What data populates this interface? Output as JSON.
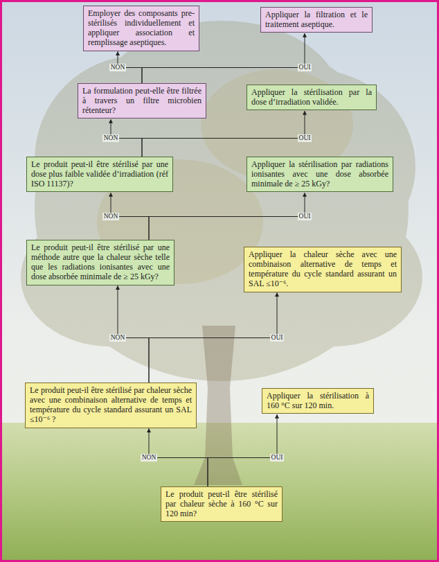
{
  "diagram": {
    "nodes": [
      {
        "text": [
          "Employer des composants pre-stérilisés individuellement et appliquer association et remplissage aseptiques."
        ]
      },
      {
        "text": [
          "Appliquer la filtration et le traitement aseptique."
        ]
      },
      {
        "text": [
          "La formulation peut-elle être filtrée à travers un filtre microbien rétenteur?"
        ]
      },
      {
        "text": [
          "Appliquer la stérilisation par la dose d’irradiation validée."
        ]
      },
      {
        "text": [
          "Le produit peut-il être stérilisé par une dose plus faible validée d’irradiation (réf ISO 11137)?"
        ]
      },
      {
        "text": [
          "Appliquer la stérilisation par radiations ionisantes avec une dose absorbée minimale de ≥ 25 kGy?"
        ]
      },
      {
        "text": [
          "Le produit peut-il être stérilisé par une méthode autre que la chaleur sèche telle que les radiations ionisantes avec une dose absorbée minimale de ≥ 25 kGy?"
        ]
      },
      {
        "text": [
          "Appliquer la chaleur sèche avec une combinaison alternative de temps et température du cycle standard assurant un SAL ≤10⁻⁶."
        ]
      },
      {
        "text": [
          "Le produit peut-il être stérilisé par chaleur sèche avec une combinaison alternative de temps et température du cycle standard assurant un SAL ≤10⁻⁶ ?"
        ]
      },
      {
        "text": [
          "Appliquer la stérilisation à 160 °C sur 120 min."
        ]
      },
      {
        "text": [
          "Le produit peut-il être stérilisé par chaleur sèche à 160 °C sur 120 min?"
        ]
      }
    ],
    "edges": [
      {
        "from": 2,
        "to": 0,
        "label": "NON",
        "arrow": "to"
      },
      {
        "from": 2,
        "to": 1,
        "label": "OUI",
        "arrow": "to"
      },
      {
        "from": 4,
        "to": 2,
        "label": "NON",
        "arrow": "to"
      },
      {
        "from": 4,
        "to": 3,
        "label": "OUI",
        "arrow": "to"
      },
      {
        "from": 6,
        "to": 4,
        "label": "NON",
        "arrow": "to"
      },
      {
        "from": 6,
        "to": 5,
        "label": "OUI",
        "arrow": "to"
      },
      {
        "from": 8,
        "to": 6,
        "label": "NON",
        "arrow": "to"
      },
      {
        "from": 8,
        "to": 7,
        "label": "OUI",
        "arrow": "to"
      },
      {
        "from": 10,
        "to": 8,
        "label": "NON",
        "arrow": "to"
      },
      {
        "from": 10,
        "to": 9,
        "label": "OUI",
        "arrow": "to"
      }
    ]
  }
}
